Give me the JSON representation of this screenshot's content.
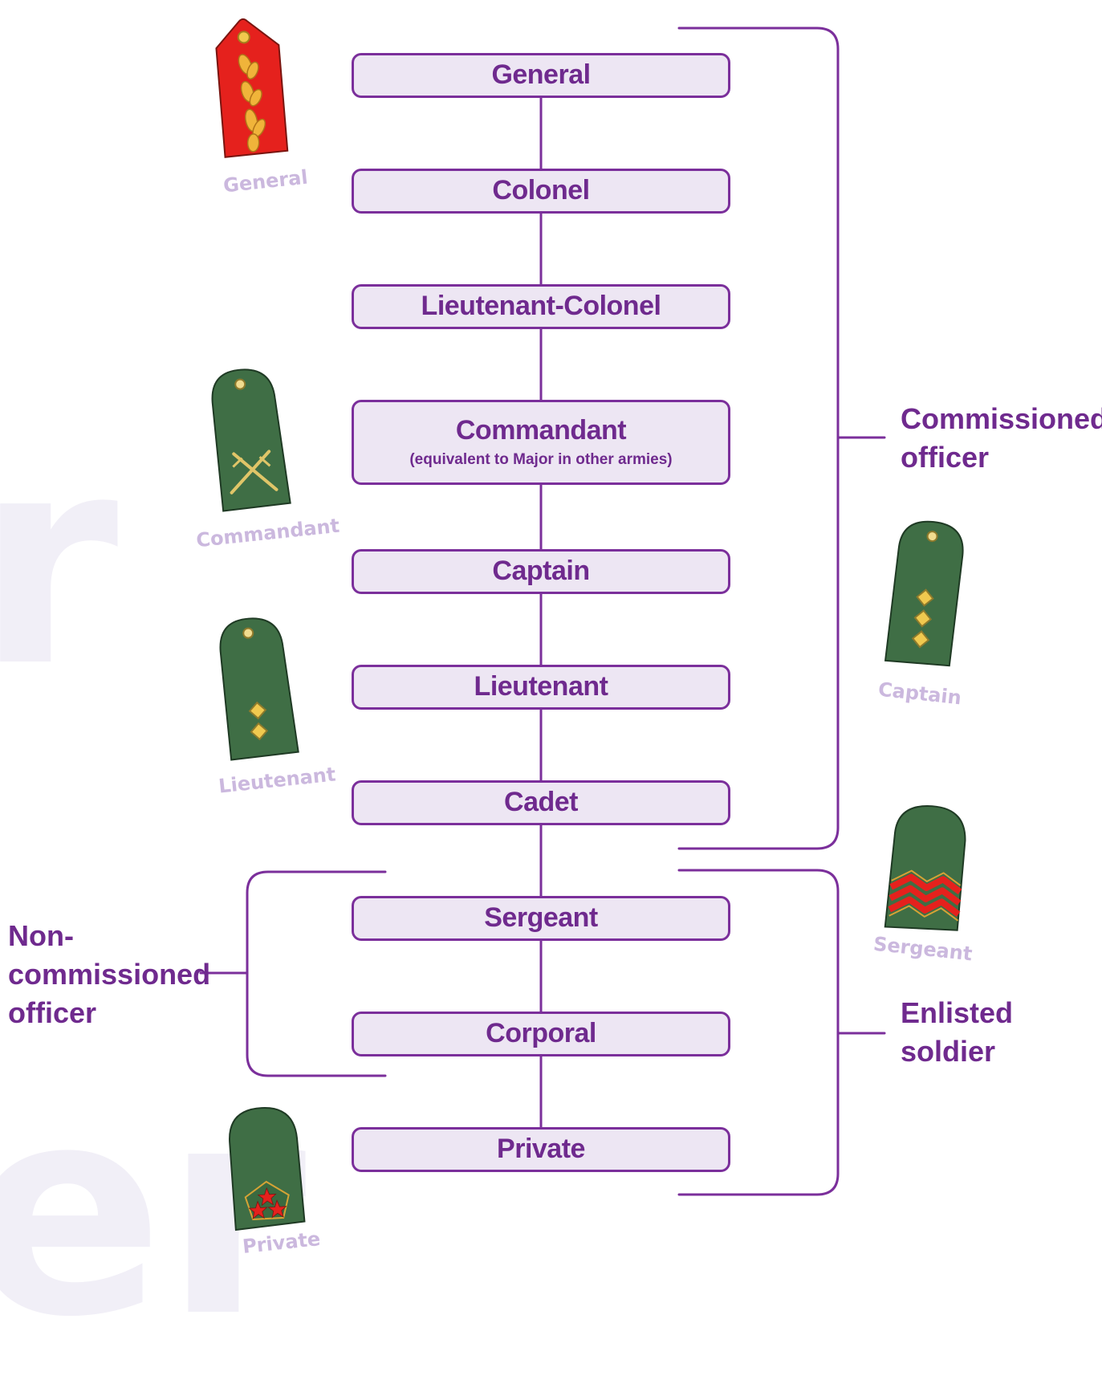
{
  "ranks": [
    {
      "name": "General"
    },
    {
      "name": "Colonel"
    },
    {
      "name": "Lieutenant-Colonel"
    },
    {
      "name": "Commandant",
      "note": "(equivalent to Major in other armies)"
    },
    {
      "name": "Captain"
    },
    {
      "name": "Lieutenant"
    },
    {
      "name": "Cadet"
    },
    {
      "name": "Sergeant"
    },
    {
      "name": "Corporal"
    },
    {
      "name": "Private"
    }
  ],
  "groups": {
    "commissioned": [
      "Commissioned",
      "officer"
    ],
    "enlisted": [
      "Enlisted",
      "soldier"
    ],
    "noncommissioned": [
      "Non-",
      "commissioned",
      "officer"
    ]
  },
  "insignia": {
    "general": {
      "caption": "General",
      "color": "#e5211d"
    },
    "commandant": {
      "caption": "Commandant",
      "color": "#3f6e45"
    },
    "lieutenant": {
      "caption": "Lieutenant",
      "color": "#3f6e45"
    },
    "captain": {
      "caption": "Captain",
      "color": "#3f6e45"
    },
    "sergeant": {
      "caption": "Sergeant",
      "color": "#3f6e45"
    },
    "private": {
      "caption": "Private",
      "color": "#3f6e45"
    }
  },
  "colors": {
    "accent": "#7b2f9b",
    "box_fill": "#ede6f3",
    "caption": "#cbb8de",
    "gold": "#e8c24a"
  }
}
